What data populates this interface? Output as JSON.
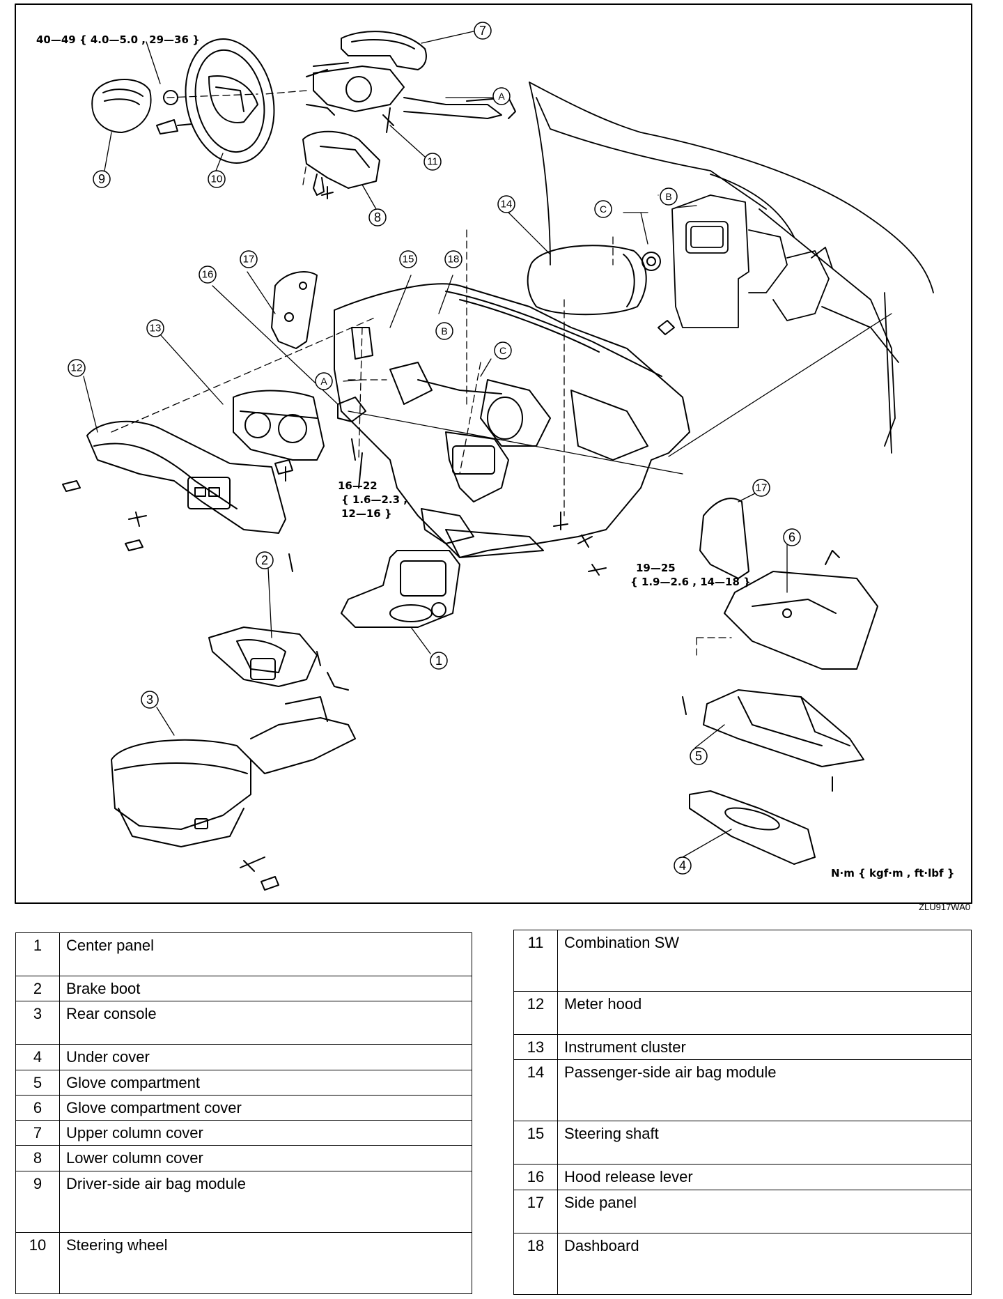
{
  "diagram": {
    "torque_specs": [
      "40—49 { 4.0—5.0 , 29—36 }",
      "16—22",
      "{ 1.6—2.3 ,",
      "12—16 }",
      "19—25",
      "{ 1.9—2.6 , 14—18 }"
    ],
    "units_note": "N·m { kgf·m , ft·lbf }",
    "figure_code": "ZLU917WA0",
    "callouts": [
      "1",
      "2",
      "3",
      "4",
      "5",
      "6",
      "7",
      "8",
      "9",
      "10",
      "11",
      "12",
      "13",
      "14",
      "15",
      "16",
      "17",
      "18"
    ],
    "connector_refs": [
      "A",
      "B",
      "C"
    ]
  },
  "legend": {
    "left": [
      {
        "num": "1",
        "label": "Center panel"
      },
      {
        "num": "2",
        "label": "Brake boot"
      },
      {
        "num": "3",
        "label": "Rear console"
      },
      {
        "num": "4",
        "label": "Under cover"
      },
      {
        "num": "5",
        "label": "Glove compartment"
      },
      {
        "num": "6",
        "label": "Glove compartment cover"
      },
      {
        "num": "7",
        "label": "Upper column cover"
      },
      {
        "num": "8",
        "label": "Lower column cover"
      },
      {
        "num": "9",
        "label": "Driver-side air bag module"
      },
      {
        "num": "10",
        "label": "Steering wheel"
      }
    ],
    "right": [
      {
        "num": "11",
        "label": "Combination SW"
      },
      {
        "num": "12",
        "label": "Meter hood"
      },
      {
        "num": "13",
        "label": "Instrument cluster"
      },
      {
        "num": "14",
        "label": "Passenger-side air bag module"
      },
      {
        "num": "15",
        "label": "Steering shaft"
      },
      {
        "num": "16",
        "label": "Hood release lever"
      },
      {
        "num": "17",
        "label": "Side panel"
      },
      {
        "num": "18",
        "label": "Dashboard"
      }
    ]
  }
}
